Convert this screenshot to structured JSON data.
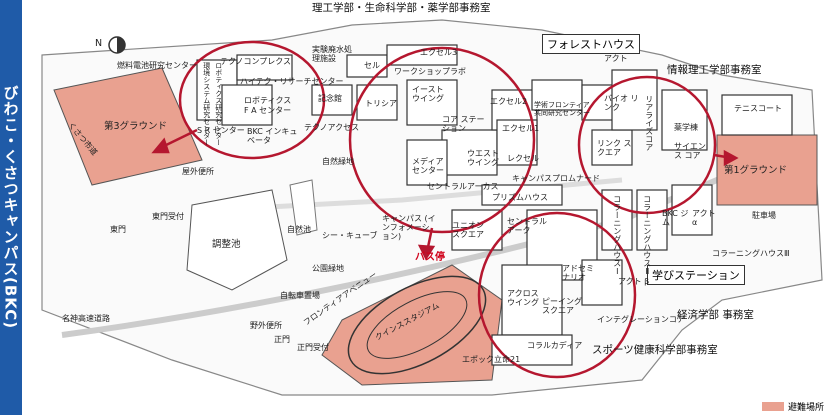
{
  "sidebar_title": "びわこ・くさつキャンパス(BKC)",
  "colors": {
    "sidebar": "#1f5ba8",
    "evac": "#e9a190",
    "circle": "#b5172f"
  },
  "compass": "N",
  "labels": {
    "rikou_office": "理工学部・生命科学部・薬学部事務室",
    "forest_house": "フォレストハウス",
    "joho_office": "情報理工学部事務室",
    "manabi_station": "学びステーション",
    "keizai_office": "経済学部 事務室",
    "sports_office": "スポーツ健康科学部事務室",
    "bus_stop": "バス停",
    "ground3": "第3グラウンド",
    "ground1": "第1グラウンド",
    "nenryo": "燃料電池研究センター",
    "jikken_haisui": "実験廃水処理施設",
    "cell": "セル",
    "xcel3": "エクセル3",
    "workshop": "ワークショップラボ",
    "techno_complex": "テクノコンプレクス",
    "kankyo": "環境システム研究センター",
    "rnet_center": "ロボティクス研究センター",
    "hitech": "ハイテク・リサーチセンター",
    "robotics": "ロボティクス",
    "fa_center": "F A センター",
    "sr_center": "S R センター",
    "bkc_incubator": "BKC インキュベータ",
    "techno_access": "テクノアクセス",
    "kinenkan": "記念館",
    "trisia": "トリシア",
    "east_wing": "イースト ウイング",
    "core_station": "コア ステーション",
    "west_wing": "ウエスト ウイング",
    "xcel2": "エクセル2",
    "xcel1": "エクセル1",
    "recel": "レクセル",
    "frontier": "学術フロンティア 共同研究センター",
    "bio_link": "バイオ リンク",
    "actor": "アクト",
    "link_square": "リンク スクエア",
    "reality_core": "リアライズコア",
    "science_core": "サイエンス コア",
    "yakugaku": "薬学棟",
    "tennis": "テニスコート",
    "okugai_benjo": "屋外便所",
    "shizen_ryokuchi": "自然緑地",
    "media_center": "メディア センター",
    "central_arcus": "セントラルアーカス",
    "campus_promenade": "キャンパスプロムナード",
    "prism_house": "プリズムハウス",
    "union_square": "ユニオン スクエア",
    "central_arc": "セントラル アーク",
    "coloring_house1": "コラーニングハウスⅠ",
    "coloring_house2": "コラーニングハウスⅡ",
    "coloring_house3": "コラーニングハウスⅢ",
    "bkc_gym": "BKC ジム",
    "act_alpha": "アクト α",
    "parking": "駐車場",
    "higashimon_uketsuke": "東門受付",
    "higashimon": "東門",
    "chosei_ike": "調整池",
    "shizen_ike": "自然池",
    "sea_cube": "シー・キューブ",
    "campus_info": "キャンパス (インフォメーション)",
    "koen_ryokuchi": "公園緑地",
    "jitensha": "自転車置場",
    "frontier_avenue": "フロンティアアベニュー",
    "yagai_benjo": "野外便所",
    "seimon": "正門",
    "seimon_uketsuke": "正門受付",
    "meishin": "名神高速道路",
    "quince": "クインススタジアム",
    "across": "アクロス ウイング",
    "peeing": "ピーイング スクエア",
    "adoseminar": "アドセミ ナリオ",
    "act_beta": "アクト β",
    "integration_core": "インテグレーションコア",
    "epoch21": "エポック立命21",
    "arcadia": "コラルカディア",
    "kusatsu_road": "くさつ市道",
    "legend": "避難場所"
  }
}
